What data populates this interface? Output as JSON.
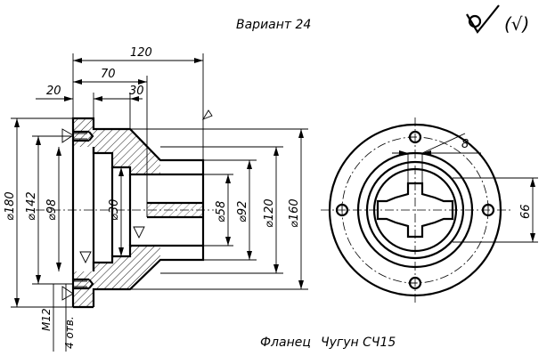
{
  "title": "Вариант 24",
  "caption": {
    "part_name": "Фланец",
    "material": "Чугун СЧ15"
  },
  "roughness_note": "(√)",
  "dimensions": {
    "length_total": "120",
    "length_mid": "70",
    "length_flange": "20",
    "length_step": "30",
    "d_outer": "⌀180",
    "d_bolt_circle": "⌀142",
    "d_recess": "⌀98",
    "d_bore": "⌀30",
    "d_hub_bore": "⌀58",
    "d_hub_outer": "⌀92",
    "d_shoulder": "⌀120",
    "d_neck": "⌀160",
    "thread": "M12",
    "holes": "4 отв.",
    "keyway_width": "8",
    "keyway_height": "66"
  }
}
